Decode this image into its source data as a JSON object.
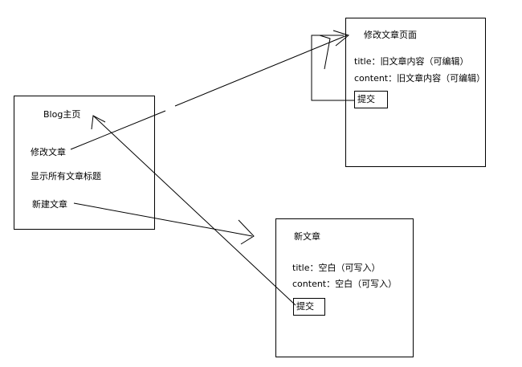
{
  "home": {
    "title": "Blog主页",
    "edit_link": "修改文章",
    "list_text": "显示所有文章标题",
    "new_link": "新建文章"
  },
  "edit_page": {
    "title": "修改文章页面",
    "title_field": "title：旧文章内容（可编辑）",
    "content_field": "content：旧文章内容（可编辑）",
    "submit": "提交"
  },
  "new_page": {
    "title": "新文章",
    "title_field": "title：空白（可写入）",
    "content_field": "content：空白（可写入）",
    "submit": "提交"
  }
}
